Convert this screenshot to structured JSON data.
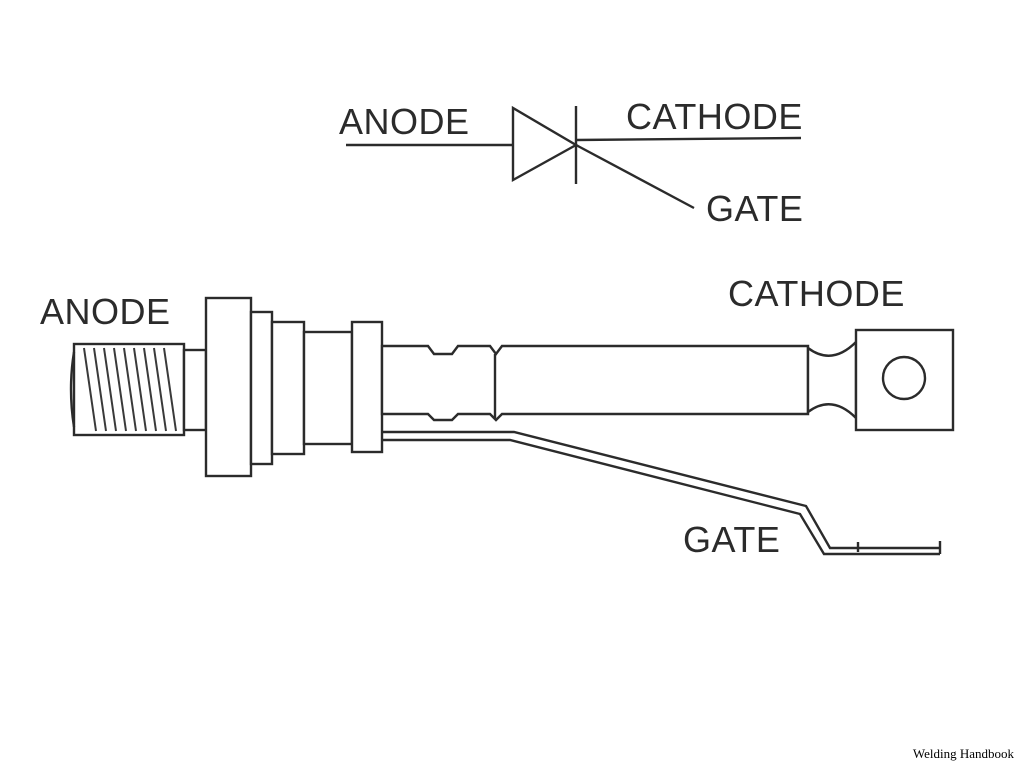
{
  "symbol": {
    "anode_label": "ANODE",
    "cathode_label": "CATHODE",
    "gate_label": "GATE"
  },
  "device": {
    "anode_label": "ANODE",
    "cathode_label": "CATHODE",
    "gate_label": "GATE"
  },
  "caption": "Welding Handbook"
}
